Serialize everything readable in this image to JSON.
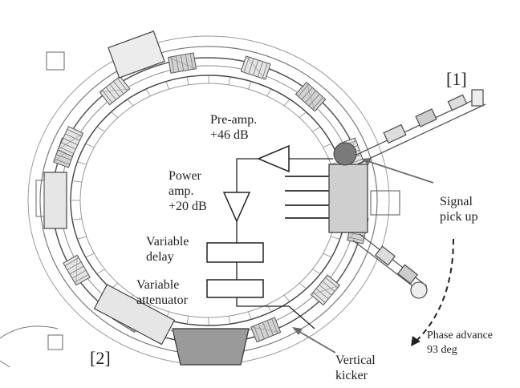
{
  "labels": {
    "ref1": "[1]",
    "ref2": "[2]",
    "preamp_line1": "Pre-amp.",
    "preamp_line2": "+46 dB",
    "power_line1": "Power",
    "power_line2": "amp.",
    "power_line3": "+20 dB",
    "delay_line1": "Variable",
    "delay_line2": "delay",
    "atten_line1": "Variable",
    "atten_line2": "attenuator",
    "pickup_line1": "Signal",
    "pickup_line2": "pick up",
    "phase_line1": "Phase advance",
    "phase_line2": "93 deg",
    "kicker_line1": "Vertical",
    "kicker_line2": "kicker"
  },
  "colors": {
    "line": "#222222",
    "machine": "#555555",
    "pickup_fill": "#7a7a7a",
    "arrow_gray": "#6b6b6b"
  }
}
